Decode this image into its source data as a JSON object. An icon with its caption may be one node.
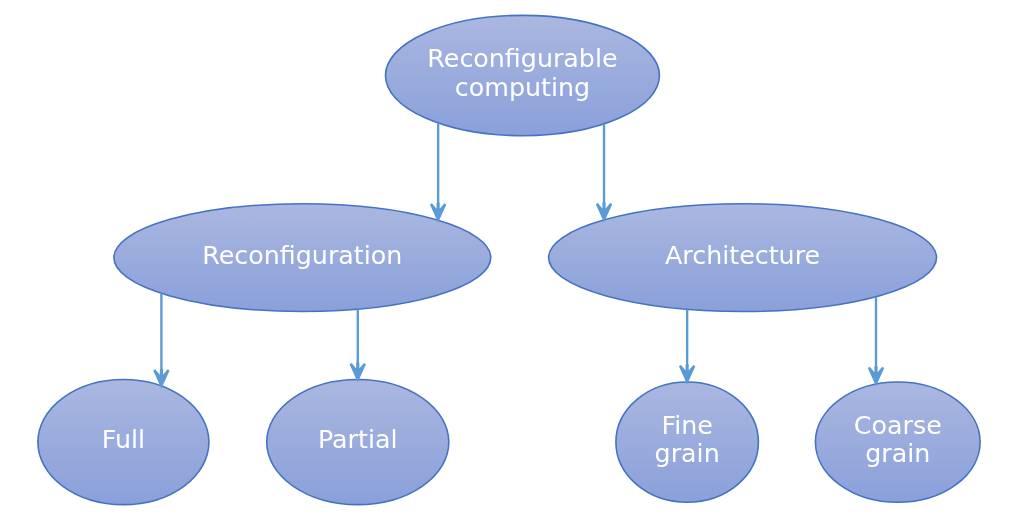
{
  "diagram": {
    "nodes": [
      {
        "text": [
          "Reconfigurable computing"
        ]
      },
      {
        "text": [
          "Reconfiguration"
        ]
      },
      {
        "text": [
          "Architecture"
        ]
      },
      {
        "text": [
          "Full"
        ]
      },
      {
        "text": [
          "Partial"
        ]
      },
      {
        "text": [
          "Fine grain"
        ]
      },
      {
        "text": [
          "Coarse grain"
        ]
      }
    ],
    "edges": [
      {
        "from": 0,
        "to": 1,
        "arrow": "to"
      },
      {
        "from": 0,
        "to": 2,
        "arrow": "to"
      },
      {
        "from": 1,
        "to": 3,
        "arrow": "to"
      },
      {
        "from": 1,
        "to": 4,
        "arrow": "to"
      },
      {
        "from": 2,
        "to": 5,
        "arrow": "to"
      },
      {
        "from": 2,
        "to": 6,
        "arrow": "to"
      }
    ]
  }
}
